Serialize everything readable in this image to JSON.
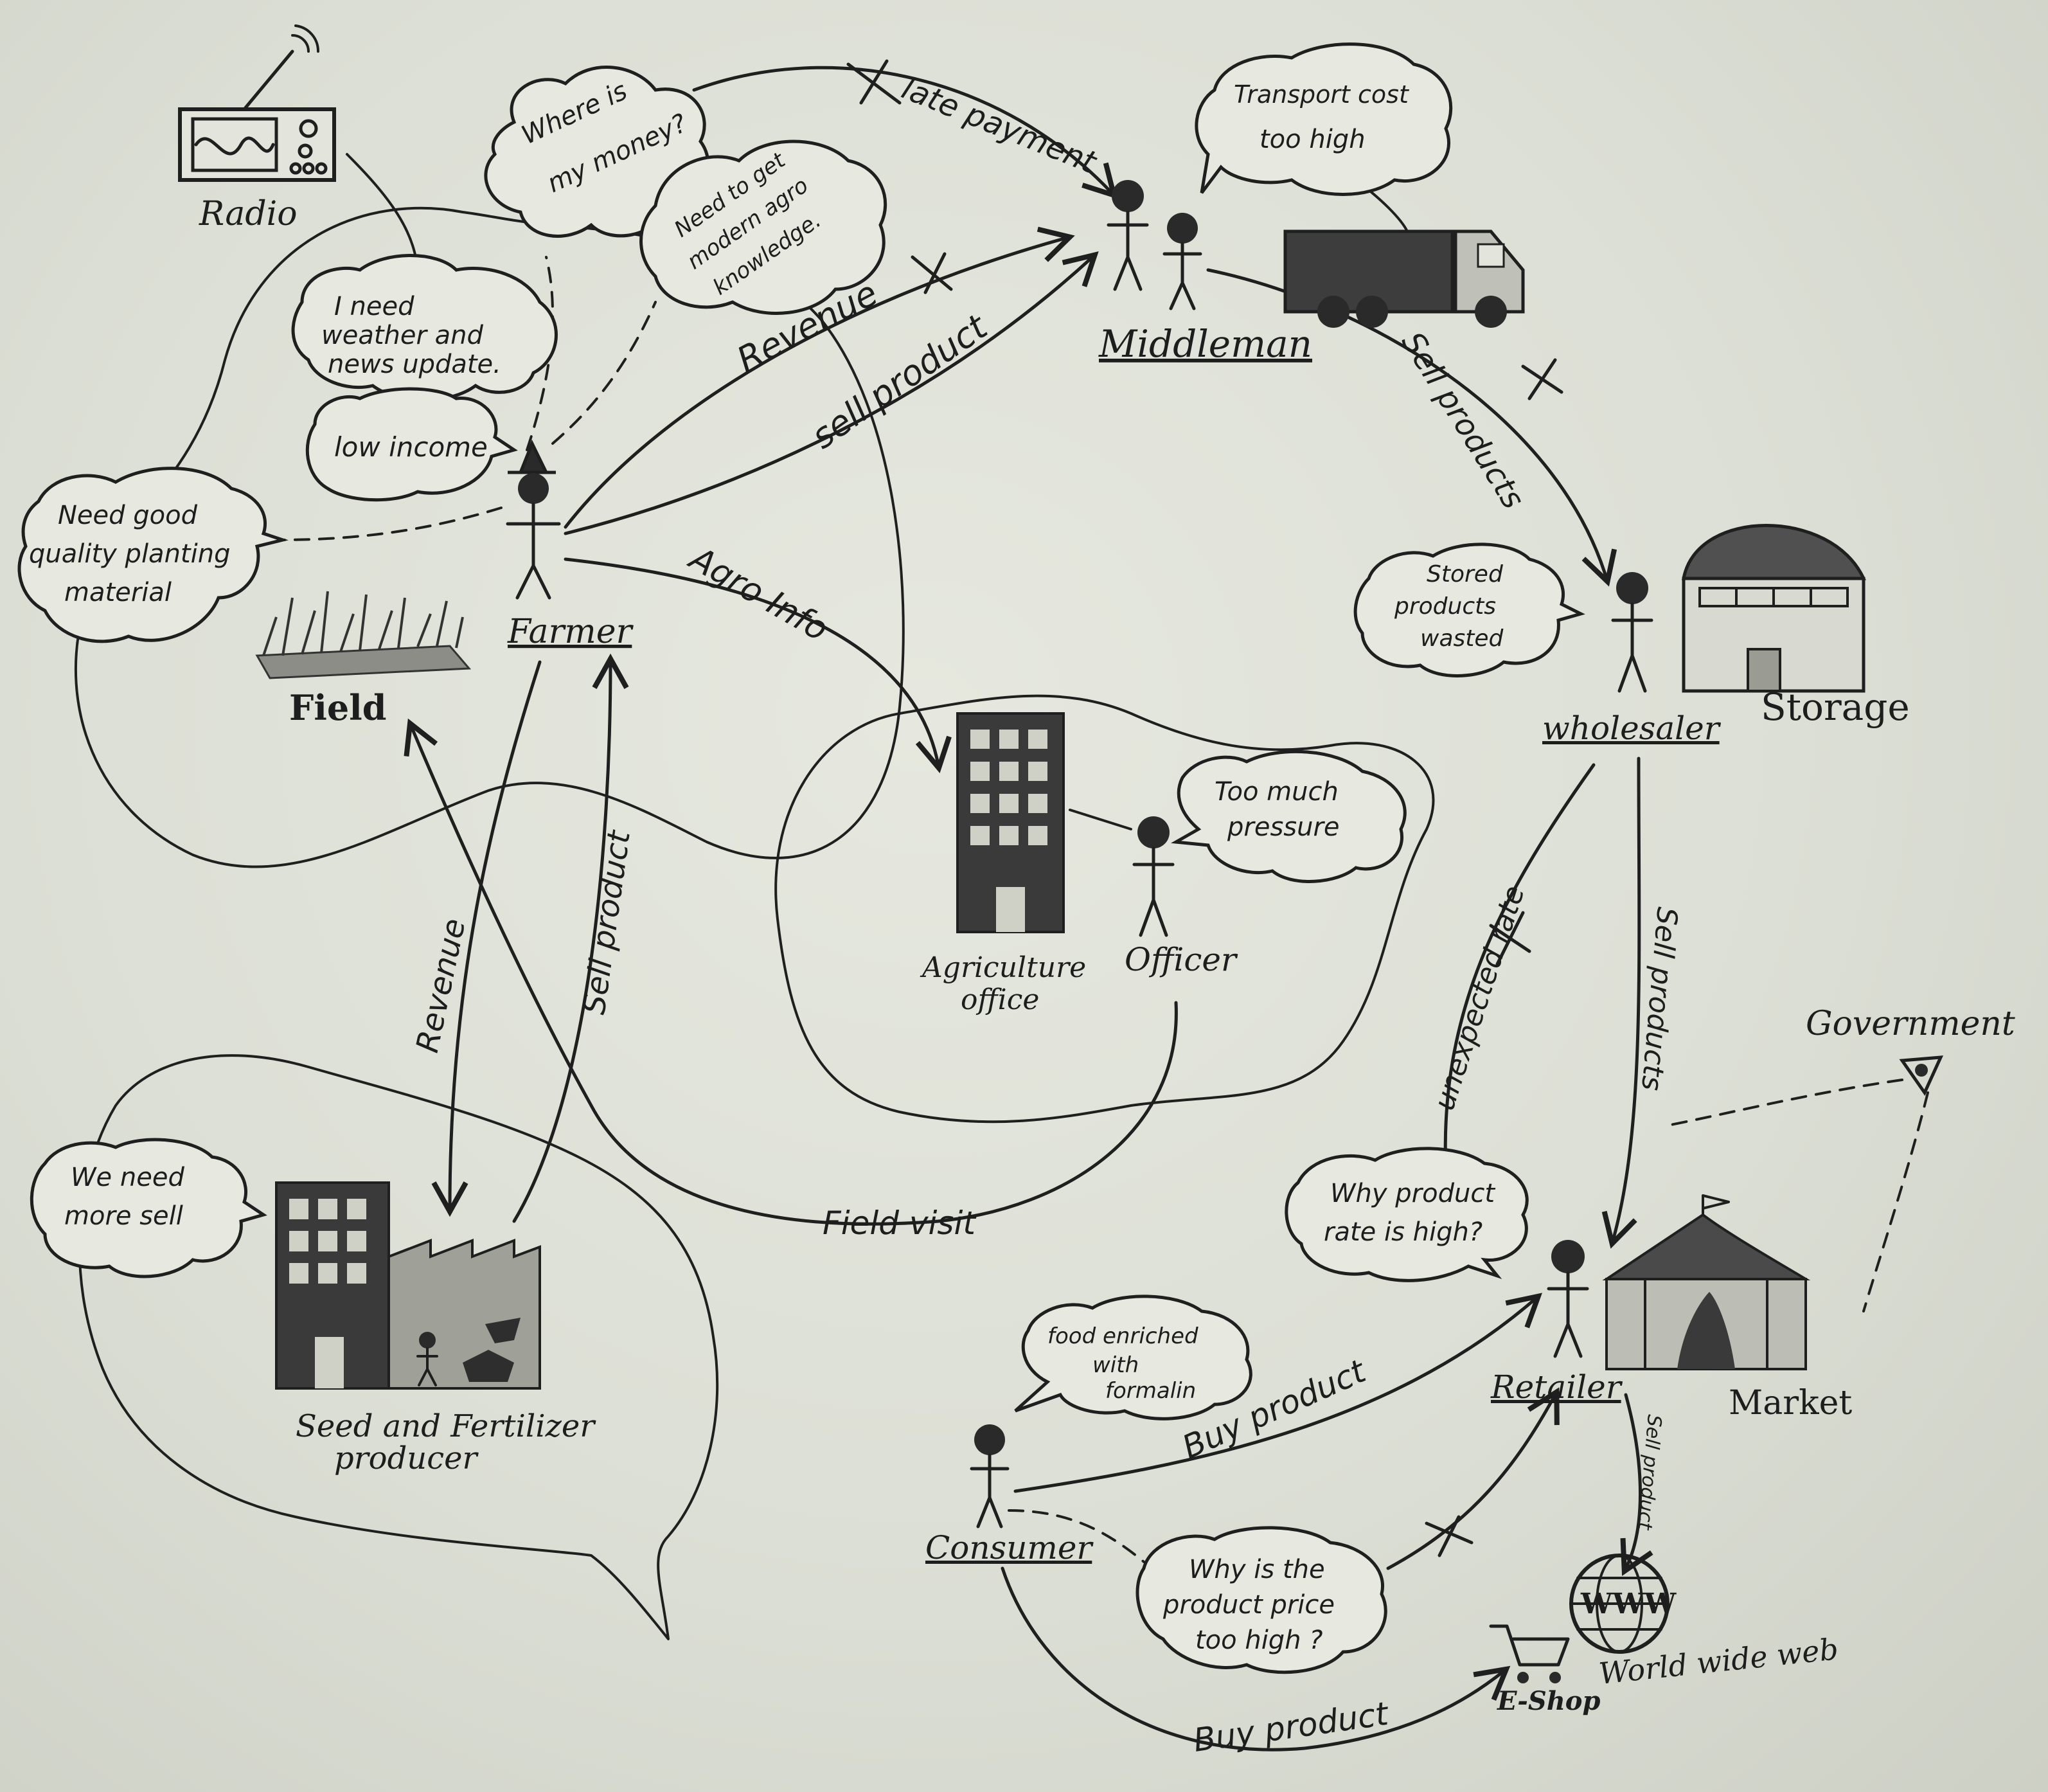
{
  "actors": {
    "farmer": "Farmer",
    "middleman": "Middleman",
    "wholesaler": "wholesaler",
    "officer": "Officer",
    "retailer": "Retailer",
    "consumer": "Consumer"
  },
  "places": {
    "radio": "Radio",
    "field": "Field",
    "storage": "Storage",
    "agriculture_office_line1": "Agriculture",
    "agriculture_office_line2": "office",
    "seed_producer_line1": "Seed and Fertilizer",
    "seed_producer_line2": "producer",
    "government": "Government",
    "market": "Market",
    "www": "World wide web",
    "www_glyph": "WWW",
    "eshop": "E-Shop"
  },
  "bubbles": {
    "money_1": "Where is",
    "money_2": "my money?",
    "agro_1": "Need to get",
    "agro_2": "modern agro",
    "agro_3": "knowledge.",
    "weather_1": "I need",
    "weather_2": "weather and",
    "weather_3": "news update.",
    "income": "low income",
    "planting_1": "Need good",
    "planting_2": "quality planting",
    "planting_3": "material",
    "transport_1": "Transport cost",
    "transport_2": "too high",
    "stored_1": "Stored",
    "stored_2": "products",
    "stored_3": "wasted",
    "pressure_1": "Too much",
    "pressure_2": "pressure",
    "sell_more_1": "We need",
    "sell_more_2": "more sell",
    "rate_1": "Why product",
    "rate_2": "rate is high?",
    "formalin_1": "food enriched",
    "formalin_2": "with",
    "formalin_3": "formalin",
    "price_1": "Why is the",
    "price_2": "product price",
    "price_3": "too high ?"
  },
  "arrows": {
    "late_payment": "late payment",
    "revenue_top": "Revenue",
    "sell_product_top": "sell product",
    "sell_products_mw": "Sell products",
    "agro_info": "Agro Info",
    "revenue_left": "Revenue",
    "sell_product_left": "Sell product",
    "field_visit": "Field visit",
    "unexpected_rate": "unexpected rate",
    "sell_products_wr": "Sell products",
    "buy_product_top": "Buy product",
    "buy_product_bottom": "Buy product",
    "sell_product_www": "Sell product"
  },
  "icons": [
    "radio-icon",
    "field-icon",
    "truck-icon",
    "storage-icon",
    "office-building-icon",
    "factory-icon",
    "market-tent-icon",
    "government-eye-icon",
    "globe-icon",
    "cart-icon"
  ],
  "colors": {
    "ink": "#1f1f1f",
    "paper": "#e3e5dc"
  }
}
